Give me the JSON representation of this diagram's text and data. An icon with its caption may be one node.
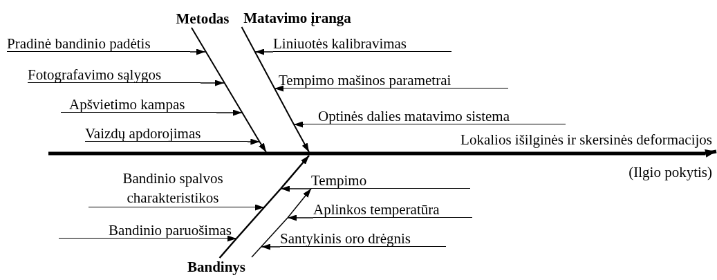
{
  "diagram": {
    "nodes": [
      {
        "text": [
          "Metodas"
        ]
      },
      {
        "text": [
          "Pradinė bandinio padėtis"
        ]
      },
      {
        "text": [
          "Fotografavimo sąlygos"
        ]
      },
      {
        "text": [
          "Apšvietimo kampas"
        ]
      },
      {
        "text": [
          "Vaizdų apdorojimas"
        ]
      },
      {
        "text": [
          "Matavimo įranga"
        ]
      },
      {
        "text": [
          "Liniuotės kalibravimas"
        ]
      },
      {
        "text": [
          "Tempimo mašinos parametrai"
        ]
      },
      {
        "text": [
          "Optinės dalies matavimo sistema"
        ]
      },
      {
        "text": [],
        "shape": "bar"
      },
      {
        "text": [
          "Lokalios išilginės ir skersinės deformacijos"
        ],
        "beside": [
          "(Ilgio pokytis)"
        ]
      },
      {
        "text": [
          "Bandinio spalvos charakteristikos"
        ]
      },
      {
        "text": [
          "Bandinio paruošimas"
        ]
      },
      {
        "text": [],
        "shape": "line"
      },
      {
        "text": [
          "Bandinys"
        ]
      },
      {
        "text": [
          "Tempimo"
        ]
      },
      {
        "text": [],
        "shape": "line"
      },
      {
        "text": [
          "Aplinkos temperatūra"
        ]
      },
      {
        "text": [
          "Santykinis oro drėgnis"
        ]
      }
    ],
    "edges": [
      {
        "from": 1,
        "to": 0,
        "arrow": "to"
      },
      {
        "from": 2,
        "to": 0,
        "arrow": "to"
      },
      {
        "from": 3,
        "to": 0,
        "arrow": "to"
      },
      {
        "from": 4,
        "to": 0,
        "arrow": "to"
      },
      {
        "from": 0,
        "to": 9,
        "arrow": "to"
      },
      {
        "from": 6,
        "to": 5,
        "arrow": "to"
      },
      {
        "from": 7,
        "to": 5,
        "arrow": "to"
      },
      {
        "from": 8,
        "to": 5,
        "arrow": "to"
      },
      {
        "from": 5,
        "to": 9,
        "arrow": "to"
      },
      {
        "from": 9,
        "to": 10,
        "arrow": "to",
        "style": "thick"
      },
      {
        "from": 11,
        "to": 13,
        "arrow": "to"
      },
      {
        "from": 12,
        "to": 13,
        "arrow": "to"
      },
      {
        "from": 15,
        "to": 13,
        "arrow": "to"
      },
      {
        "from": 13,
        "to": 9,
        "arrow": "to"
      },
      {
        "from": 17,
        "to": 16,
        "arrow": "to"
      },
      {
        "from": 18,
        "to": 16,
        "arrow": "to"
      },
      {
        "from": 16,
        "to": 15,
        "arrow": "to"
      },
      {
        "from": 14,
        "to": 13,
        "arrow": "none"
      }
    ]
  }
}
